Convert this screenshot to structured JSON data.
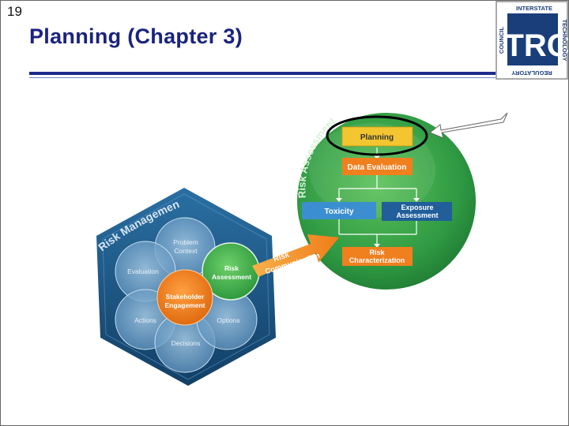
{
  "slide": {
    "number": "19",
    "title": "Planning (Chapter 3)"
  },
  "logo": {
    "text_top": "INTERSTATE",
    "text_right": "TECHNOLOGY",
    "text_bottom": "REGULATORY",
    "text_left": "COUNCIL",
    "mark": "ITRC"
  },
  "risk_management": {
    "label": "Risk Management",
    "center": "Stakeholder Engagement",
    "center_line1": "Stakeholder",
    "center_line2": "Engagement",
    "petals": {
      "problem_context_line1": "Problem",
      "problem_context_line2": "Context",
      "evaluation": "Evaluation",
      "options": "Options",
      "actions": "Actions",
      "decisions": "Decisions",
      "risk_assessment_line1": "Risk",
      "risk_assessment_line2": "Assessment"
    },
    "arrow_label_line1": "Risk",
    "arrow_label_line2": "Communication"
  },
  "risk_assessment": {
    "label": "Risk Assessment",
    "boxes": {
      "planning": "Planning",
      "data_evaluation": "Data Evaluation",
      "toxicity": "Toxicity",
      "exposure_line1": "Exposure",
      "exposure_line2": "Assessment",
      "characterization_line1": "Risk",
      "characterization_line2": "Characterization"
    }
  },
  "colors": {
    "title": "#1a237e",
    "hexagon": "#1d5a8a",
    "green": "#3aa54a",
    "orange": "#f07f1e",
    "yellow": "#f2c531",
    "blue_box": "#2e7dc0"
  }
}
